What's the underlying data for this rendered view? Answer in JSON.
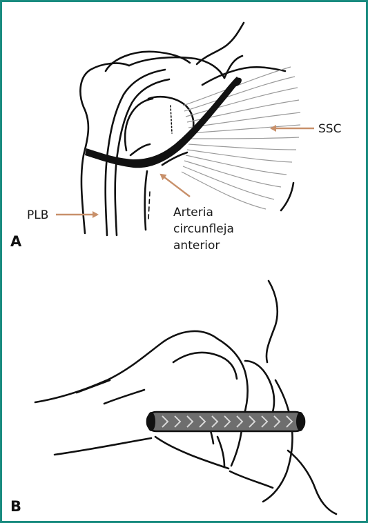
{
  "panels": [
    {
      "letter": "A",
      "labels": {
        "plb": "PLB",
        "ssc": "SSC",
        "arteria_line1": "Arteria",
        "arteria_line2": "circunfleja",
        "arteria_line3": "anterior"
      }
    },
    {
      "letter": "B"
    }
  ],
  "colors": {
    "border": "#1a8c80",
    "arrow": "#c8906a",
    "ink": "#111111",
    "fibers": "#9a9a9a",
    "implant": "#6e6e6e"
  }
}
